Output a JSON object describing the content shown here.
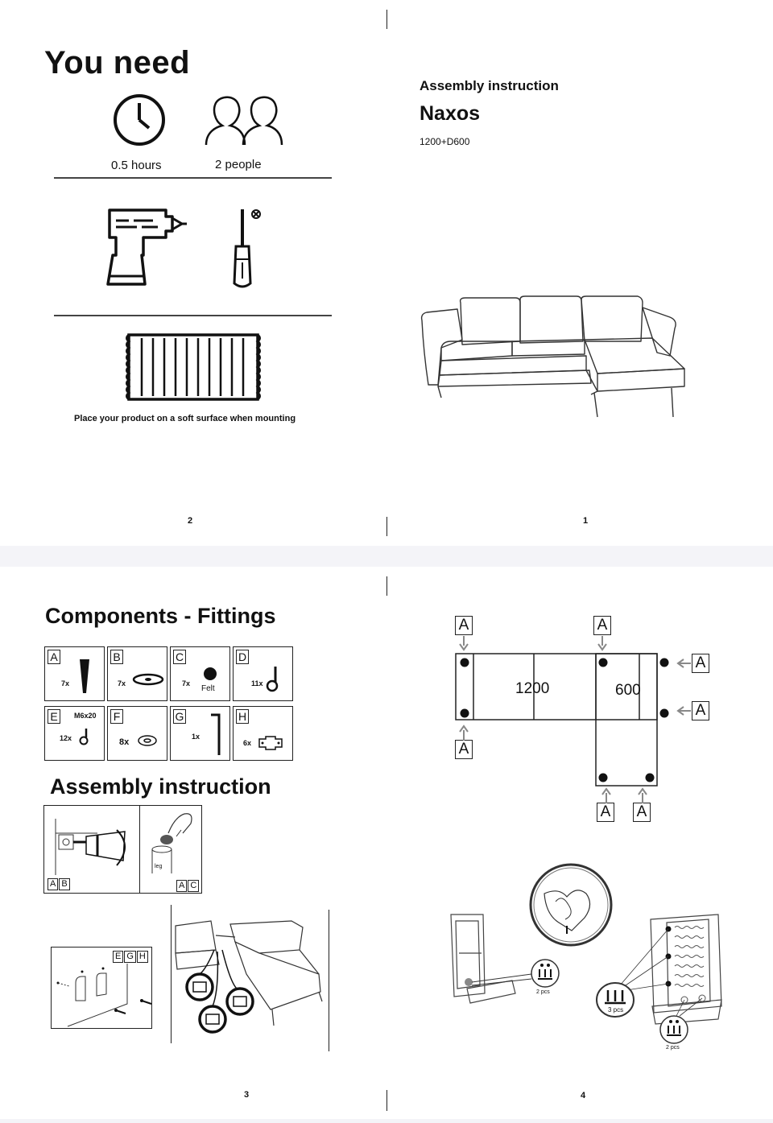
{
  "page2": {
    "title": "You need",
    "time_label": "0.5 hours",
    "people_label": "2 people",
    "icons": [
      "clock-icon",
      "people-icon",
      "drill-icon",
      "screwdriver-icon",
      "soft-mat-icon"
    ],
    "note": "Place your product on a soft surface when mounting",
    "page_number": "2"
  },
  "page1": {
    "subtitle": "Assembly instruction",
    "product_name": "Naxos",
    "variant": "1200+D600",
    "page_number": "1"
  },
  "page3": {
    "components_title": "Components - Fittings",
    "parts": [
      {
        "letter": "A",
        "qty": "7x",
        "extra": ""
      },
      {
        "letter": "B",
        "qty": "7x",
        "extra": ""
      },
      {
        "letter": "C",
        "qty": "7x",
        "extra": "Felt"
      },
      {
        "letter": "D",
        "qty": "11x",
        "extra": ""
      },
      {
        "letter": "E",
        "qty": "12x",
        "extra": "M6x20"
      },
      {
        "letter": "F",
        "qty": "8x",
        "extra": ""
      },
      {
        "letter": "G",
        "qty": "1x",
        "extra": ""
      },
      {
        "letter": "H",
        "qty": "6x",
        "extra": ""
      }
    ],
    "assembly_title": "Assembly instruction",
    "step1_tags": [
      "A",
      "B"
    ],
    "step2_tags": [
      "A",
      "C"
    ],
    "step2_part_label": "leg",
    "step3_tags": [
      "E",
      "G",
      "H"
    ],
    "page_number": "3"
  },
  "page4": {
    "dim_main": "1200",
    "dim_chaise": "600",
    "leg_label": "A",
    "qty_2pcs_a": "2 pcs",
    "qty_3pcs": "3 pcs",
    "qty_2pcs_b": "2 pcs",
    "page_number": "4"
  }
}
